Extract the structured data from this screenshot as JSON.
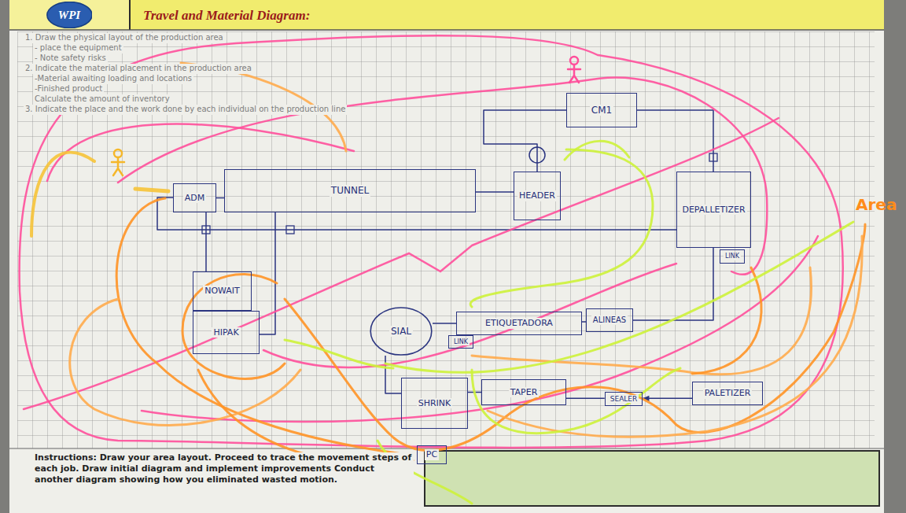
{
  "diagram": {
    "title": "Travel and Material Diagram:",
    "nodes": [
      {
        "text": [
          "WPI"
        ]
      },
      {
        "text": [
          "CM1"
        ]
      },
      {
        "text": [
          "ADM"
        ]
      },
      {
        "text": [
          "TUNNEL"
        ]
      },
      {
        "text": [
          "HEADER"
        ]
      },
      {
        "text": [
          "DEPALLETIZER"
        ]
      },
      {
        "text": [
          "LINK"
        ]
      },
      {
        "text": [
          "NOWAIT"
        ]
      },
      {
        "text": [
          "HIPAK"
        ]
      },
      {
        "text": [
          "SIAL"
        ]
      },
      {
        "text": [
          "ETIQUETADORA"
        ]
      },
      {
        "text": [
          "ALINEAS"
        ]
      },
      {
        "text": [
          "LINK"
        ]
      },
      {
        "text": [
          "SHRINK"
        ]
      },
      {
        "text": [
          "TAPER"
        ]
      },
      {
        "text": [
          "SEALER"
        ]
      },
      {
        "text": [
          "PALETIZER"
        ]
      },
      {
        "text": [
          "PC"
        ]
      }
    ],
    "edges": [
      {
        "from": 2,
        "to": 3,
        "arrow": "none"
      },
      {
        "from": 3,
        "to": 4,
        "arrow": "none"
      },
      {
        "from": 1,
        "to": 4,
        "arrow": "none"
      },
      {
        "from": 1,
        "to": 5,
        "arrow": "none"
      },
      {
        "from": 2,
        "to": 5,
        "arrow": "none"
      },
      {
        "from": 7,
        "to": 2,
        "arrow": "none"
      },
      {
        "from": 8,
        "to": 3,
        "arrow": "none"
      },
      {
        "from": 5,
        "to": 11,
        "arrow": "none"
      },
      {
        "from": 11,
        "to": 10,
        "arrow": "none"
      },
      {
        "from": 10,
        "to": 9,
        "arrow": "none"
      },
      {
        "from": 9,
        "to": 13,
        "arrow": "none"
      },
      {
        "from": 13,
        "to": 14,
        "arrow": "none"
      },
      {
        "from": 14,
        "to": 15,
        "arrow": "none"
      },
      {
        "from": 16,
        "to": 15,
        "arrow": "to"
      }
    ],
    "labels": [
      "1. Draw the physical layout of the production area",
      "- place the equipment",
      "- Note safety risks",
      "2. Indicate the material placement in the production area",
      "-Material awaiting loading and locations",
      "-Finished product",
      "Calculate the amount of inventory",
      "3. Indicate the place and the work done by each individual on the production line",
      "Instructions: Draw your area layout. Proceed to trace the movement steps of each job. Draw initial diagram and implement improvements Conduct another diagram showing how you eliminated wasted motion.",
      "Area"
    ]
  }
}
